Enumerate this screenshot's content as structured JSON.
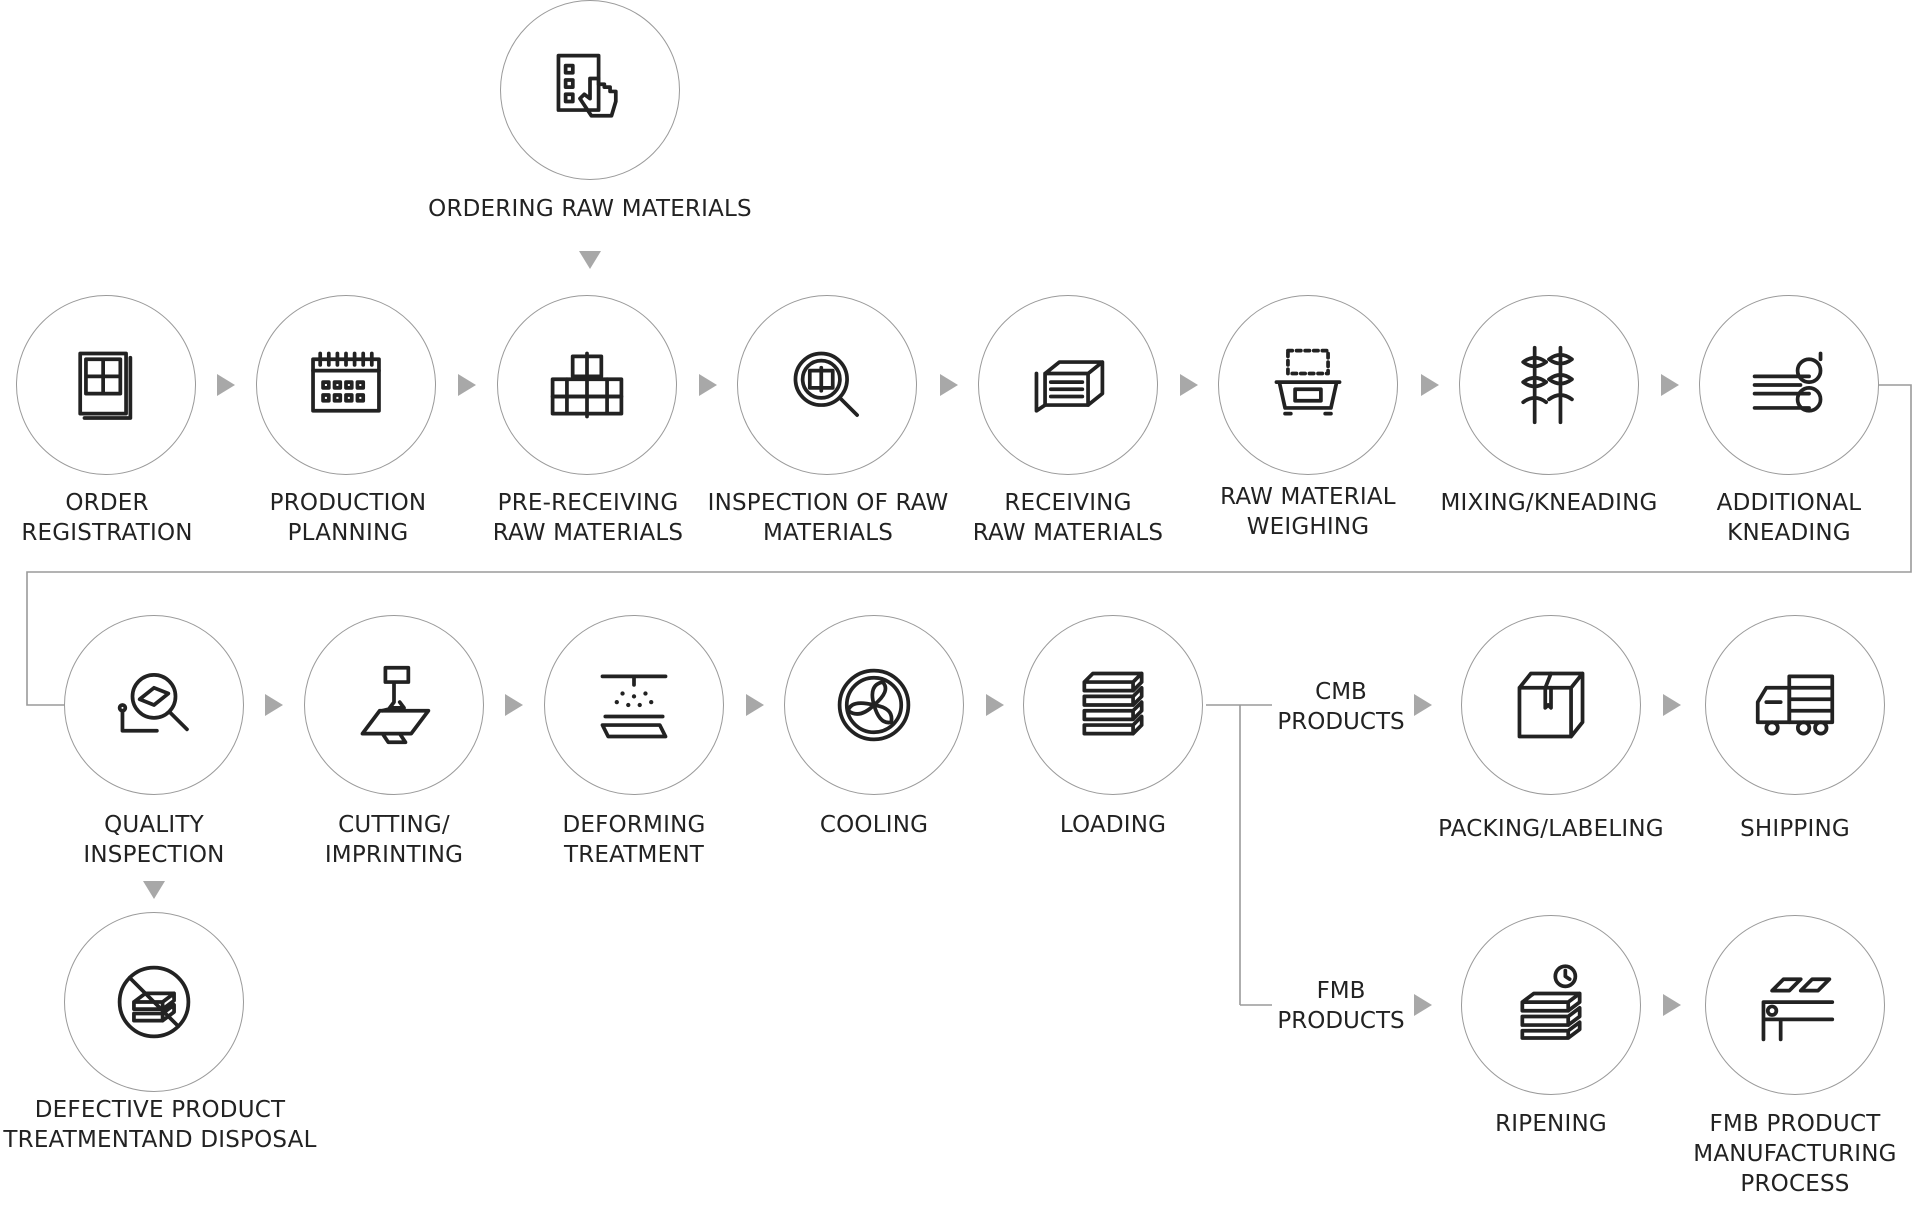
{
  "steps": {
    "ordering": "ORDERING RAW MATERIALS",
    "order_registration": "ORDER\nREGISTRATION",
    "production_planning": "PRODUCTION\nPLANNING",
    "pre_receiving": "PRE-RECEIVING\nRAW MATERIALS",
    "inspection_raw": "INSPECTION OF RAW\nMATERIALS",
    "receiving": "RECEIVING\nRAW MATERIALS",
    "weighing": "RAW MATERIAL\nWEIGHING",
    "mixing": "MIXING/KNEADING",
    "additional_kneading": "ADDITIONAL\nKNEADING",
    "quality_inspection": "QUALITY\nINSPECTION",
    "cutting": "CUTTING/\nIMPRINTING",
    "deforming": "DEFORMING\nTREATMENT",
    "cooling": "COOLING",
    "loading": "LOADING",
    "packing": "PACKING/LABELING",
    "shipping": "SHIPPING",
    "defective": "DEFECTIVE PRODUCT\nTREATMENTAND DISPOSAL",
    "ripening": "RIPENING",
    "fmb_process": "FMB PRODUCT\nMANUFACTURING\nPROCESS"
  },
  "branches": {
    "cmb": "CMB\nPRODUCTS",
    "fmb": "FMB\nPRODUCTS"
  },
  "icons": [
    "touch-order-icon",
    "order-sheet-icon",
    "calendar-icon",
    "material-stack-icon",
    "magnifier-icon",
    "receiving-box-icon",
    "scale-icon",
    "kneading-screw-icon",
    "rollers-icon",
    "quality-magnifier-icon",
    "cutting-machine-icon",
    "spray-treatment-icon",
    "fan-icon",
    "stacked-sheets-icon",
    "package-box-icon",
    "truck-icon",
    "no-defect-icon",
    "ripening-timer-icon",
    "conveyor-icon"
  ],
  "colors": {
    "line": "#9a9a9a",
    "arrow": "#a8a8a8",
    "text": "#222222"
  }
}
